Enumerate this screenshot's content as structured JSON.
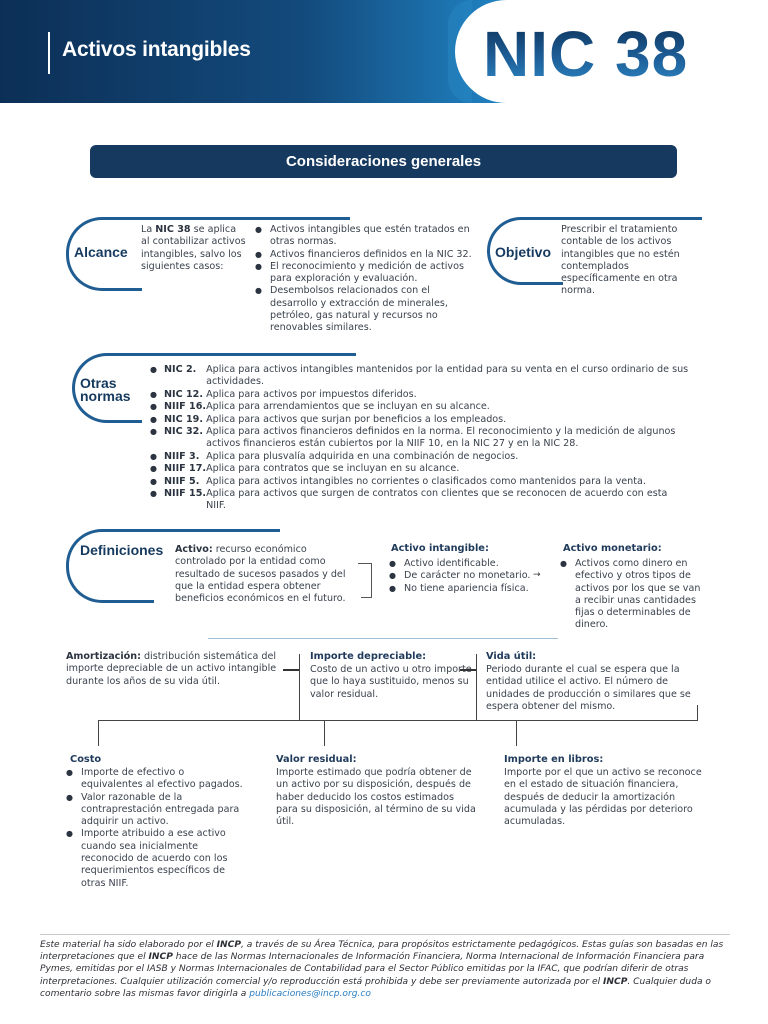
{
  "header": {
    "title": "Activos intangibles",
    "nic": "NIC 38"
  },
  "banner": "Consideraciones generales",
  "alcance": {
    "label": "Alcance",
    "intro_pre": "La ",
    "intro_bold": "NIC 38",
    "intro_post": " se aplica al contabilizar activos intangibles, salvo los siguientes casos:",
    "items": [
      "Activos intangibles que estén tratados en otras normas.",
      "Activos financieros definidos en la NIC 32.",
      "El reconocimiento y medición de activos para exploración y evaluación.",
      "Desembolsos relacionados con el desarrollo y extracción de minerales, petróleo, gas natural y recursos no renovables similares."
    ]
  },
  "objetivo": {
    "label": "Objetivo",
    "text": "Prescribir el tratamiento contable de los activos intangibles que no estén contemplados específicamente en otra norma."
  },
  "otras": {
    "label1": "Otras",
    "label2": "normas",
    "rows": [
      {
        "k": "NIC 2.",
        "v": "Aplica para activos intangibles mantenidos por la entidad para su venta en el curso ordinario de sus actividades."
      },
      {
        "k": "NIC 12.",
        "v": "Aplica para activos por impuestos diferidos."
      },
      {
        "k": "NIIF 16.",
        "v": "Aplica para arrendamientos que se incluyan en su alcance."
      },
      {
        "k": "NIC 19.",
        "v": "Aplica para activos que surjan por beneficios a los empleados."
      },
      {
        "k": "NIC 32.",
        "v": "Aplica para activos financieros definidos en la norma. El reconocimiento y la medición de algunos activos financieros están cubiertos por la NIIF 10, en la NIC 27 y en la NIC 28."
      },
      {
        "k": "NIIF 3.",
        "v": "Aplica para plusvalía adquirida en una combinación de negocios."
      },
      {
        "k": "NIIF 17.",
        "v": "Aplica para contratos que se incluyan en su alcance."
      },
      {
        "k": "NIIF 5.",
        "v": "Aplica para activos intangibles no corrientes o clasificados como mantenidos para la venta."
      },
      {
        "k": "NIIF 15.",
        "v": "Aplica para activos que surgen de contratos con clientes que se reconocen de acuerdo con esta NIIF."
      }
    ]
  },
  "definiciones": {
    "label": "Definiciones",
    "activo_term": "Activo:",
    "activo_text": " recurso económico controlado por la entidad como resultado de sucesos pasados y del que la entidad espera obtener beneficios económicos en el futuro.",
    "intangible_title": "Activo intangible:",
    "intangible_items": [
      "Activo identificable.",
      "De carácter no monetario.",
      "No tiene apariencia física."
    ],
    "monetario_title": "Activo monetario:",
    "monetario_items": [
      "Activos como dinero en efectivo y otros tipos de activos por los que se van a recibir unas cantidades fijas o determinables de dinero."
    ]
  },
  "amortizacion": {
    "term": "Amortización:",
    "text": " distribución sistemática del importe depreciable de un activo intangible durante los años de su vida útil."
  },
  "importe_depreciable": {
    "title": "Importe depreciable:",
    "text": "Costo de un activo u otro importe que lo haya sustituido, menos su valor residual."
  },
  "vida_util": {
    "title": "Vida útil:",
    "text": "Periodo durante el cual se espera que la entidad utilice el activo. El número de unidades de producción o similares que se espera obtener del mismo."
  },
  "costo": {
    "title": "Costo",
    "items": [
      "Importe de efectivo o equivalentes al efectivo pagados.",
      "Valor razonable de la contraprestación entregada para adquirir un activo.",
      "Importe atribuido a ese activo cuando sea inicialmente reconocido de acuerdo con los requerimientos específicos de otras NIIF."
    ]
  },
  "valor_residual": {
    "title": "Valor residual:",
    "text": "Importe estimado que podría obtener de un activo por su disposición, después de haber deducido los costos estimados para su disposición, al término de su vida útil."
  },
  "importe_libros": {
    "title": "Importe en libros:",
    "text": "Importe por el que un activo se reconoce en el estado de situación financiera, después de deducir la amortización acumulada y las pérdidas por deterioro acumuladas."
  },
  "footer": {
    "p1": "Este material ha sido elaborado por el ",
    "incp1": "INCP",
    "p2": ", a través de su Área Técnica, para propósitos estrictamente pedagógicos. Estas guías son basadas en las interpretaciones que el ",
    "incp2": "INCP",
    "p3": " hace de las Normas Internacionales de Información Financiera, Norma Internacional de Información Financiera para Pymes, emitidas por el IASB y Normas Internacionales de Contabilidad para el Sector Público emitidas por la IFAC, que podrían diferir de otras interpretaciones. Cualquier utilización comercial y/o reproducción está prohibida y debe ser previamente autorizada por el ",
    "incp3": "INCP",
    "p4": ". Cualquier duda o comentario sobre las mismas favor dirigirla a ",
    "email": "publicaciones@incp.org.co"
  }
}
